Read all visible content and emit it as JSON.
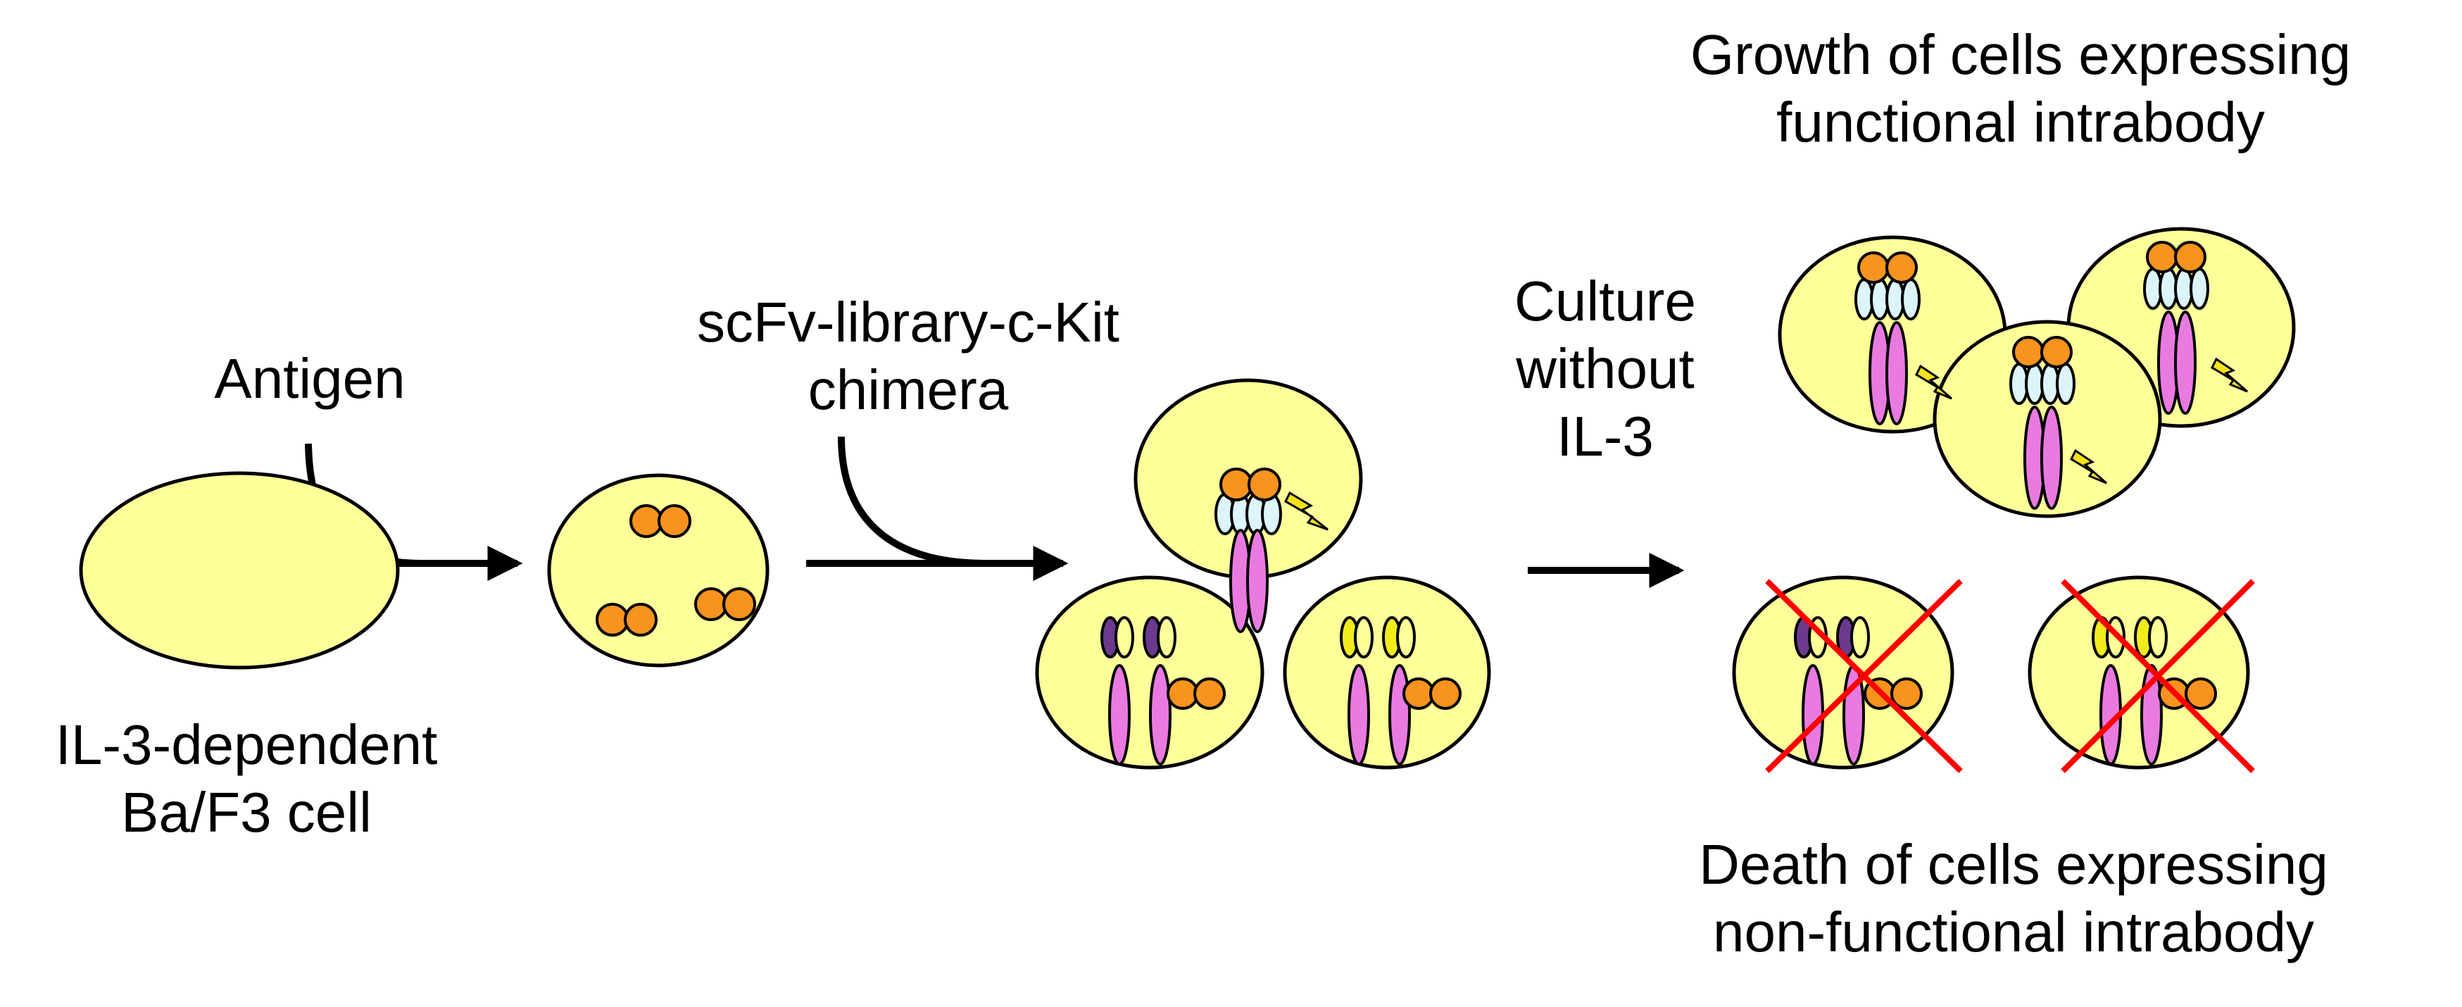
{
  "labels": {
    "cell": [
      "IL-3-dependent",
      "Ba/F3 cell"
    ],
    "antigen": "Antigen",
    "chimera": [
      "scFv-library-c-Kit",
      "chimera"
    ],
    "culture": [
      "Culture",
      "without",
      "IL-3"
    ],
    "growth": [
      "Growth of cells expressing",
      "functional intrabody"
    ],
    "death": [
      "Death of cells expressing",
      "non-functional intrabody"
    ]
  },
  "colors": {
    "cell_fill": "#FFFF99",
    "antigen_orange": "#F7931E",
    "scfv_light_blue": "#DDF4F8",
    "scfv_purple": "#6B3A8E",
    "scfv_yellow": "#F2EB1C",
    "ckit_pink": "#E97BE0",
    "lightning": "#F5E21A",
    "cross_red": "#FF0000"
  },
  "icons": [
    "cell",
    "antigen-dimer",
    "receptor-dimer",
    "lightning-icon",
    "arrow",
    "red-cross-icon"
  ]
}
